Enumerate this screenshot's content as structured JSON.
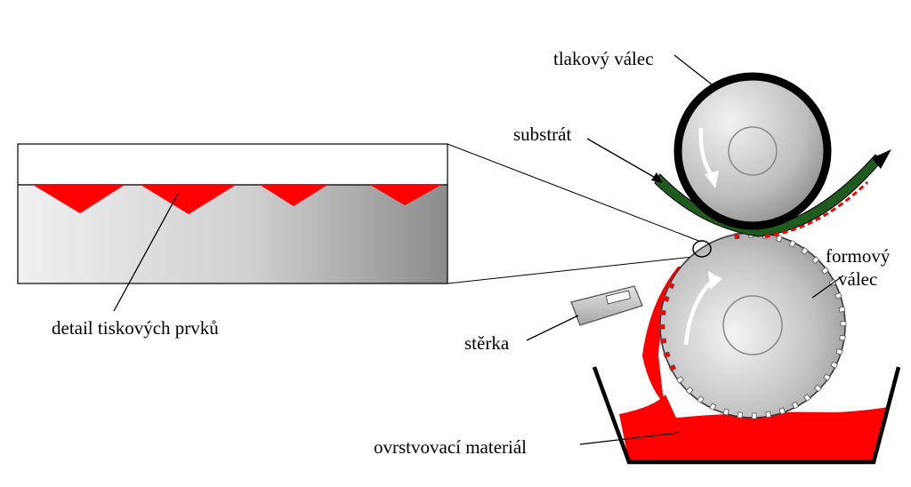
{
  "labels": {
    "pressure_roller": "tlakový válec",
    "substrate": "substrát",
    "form_roller_line1": "formový",
    "form_roller_line2": "válec",
    "doctor_blade": "stěrka",
    "coating_material": "ovrstvovací materiál",
    "detail": "detail tiskových prvků"
  },
  "colors": {
    "ink": "#ff0000",
    "substrate": "#1f5a1f",
    "outline": "#000000",
    "steel_light": "#eeeeee",
    "steel_dark": "#8a8a8a"
  },
  "icons": {
    "rotation_arrow": "curved-arrow-icon",
    "web_direction": "arrowhead-icon"
  }
}
